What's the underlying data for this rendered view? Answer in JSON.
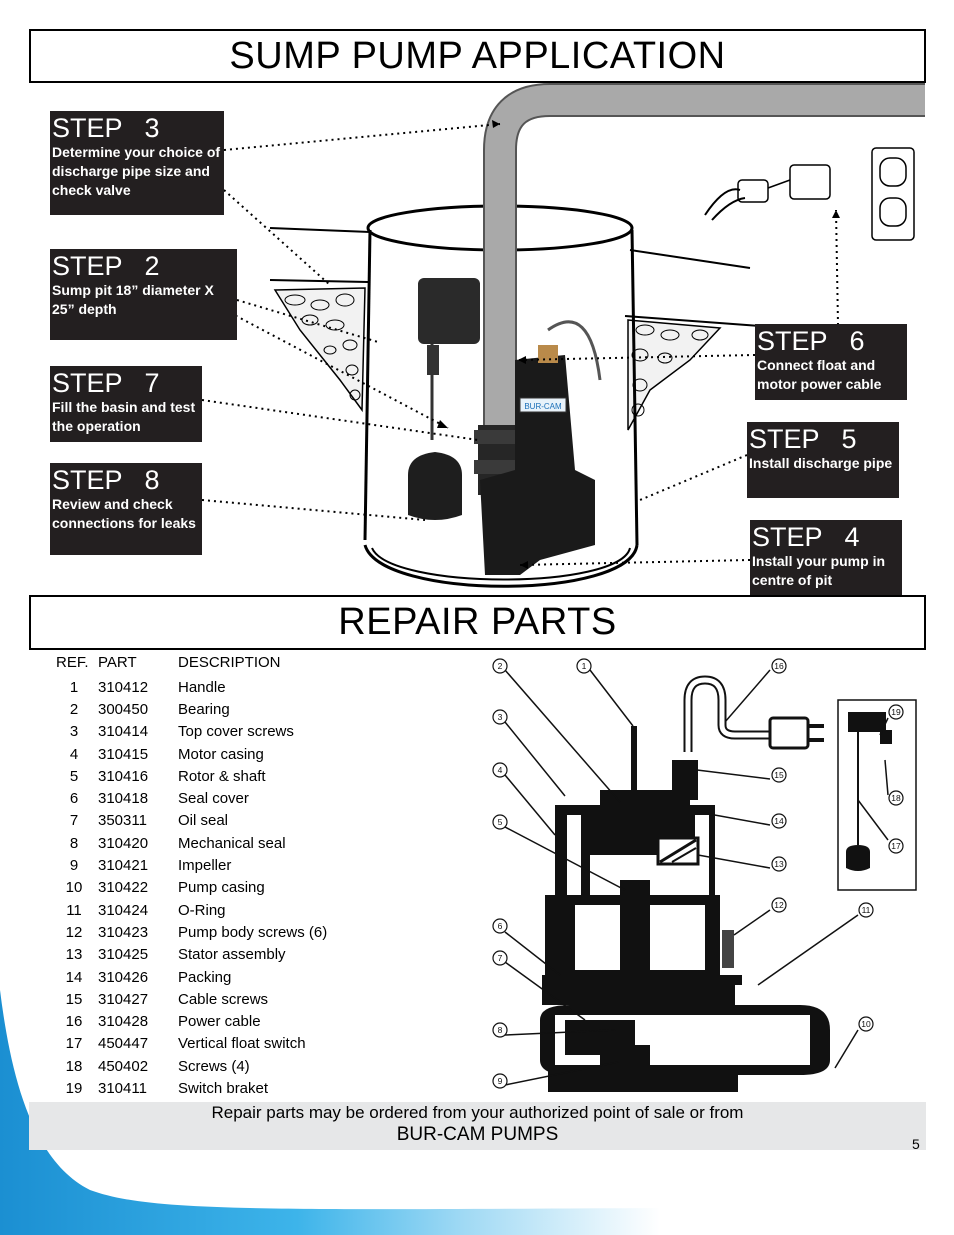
{
  "sump_title": "SUMP PUMP APPLICATION",
  "repair_title": "REPAIR PARTS",
  "steps": {
    "s3": {
      "label": "STEP   3",
      "text": "Determine your choice of discharge pipe size and check valve"
    },
    "s2": {
      "label": "STEP   2",
      "text": "Sump pit 18” diameter X 25” depth"
    },
    "s7": {
      "label": "STEP   7",
      "text": "Fill the basin and test the operation"
    },
    "s8": {
      "label": "STEP   8",
      "text": "Review and check connections for leaks"
    },
    "s6": {
      "label": "STEP   6",
      "text": "Connect float and motor power cable"
    },
    "s5": {
      "label": "STEP   5",
      "text": "Install discharge pipe"
    },
    "s4": {
      "label": "STEP   4",
      "text": "Install your pump in centre of pit"
    }
  },
  "pump_brand_label": "BUR-CAM",
  "table": {
    "headers": {
      "ref": "REF.",
      "part": "PART",
      "desc": "DESCRIPTION"
    },
    "rows": [
      {
        "ref": "1",
        "part": "310412",
        "desc": "Handle"
      },
      {
        "ref": "2",
        "part": "300450",
        "desc": "Bearing"
      },
      {
        "ref": "3",
        "part": "310414",
        "desc": "Top cover screws"
      },
      {
        "ref": "4",
        "part": "310415",
        "desc": "Motor casing"
      },
      {
        "ref": "5",
        "part": "310416",
        "desc": "Rotor & shaft"
      },
      {
        "ref": "6",
        "part": "310418",
        "desc": "Seal cover"
      },
      {
        "ref": "7",
        "part": "350311",
        "desc": "Oil seal"
      },
      {
        "ref": "8",
        "part": "310420",
        "desc": "Mechanical seal"
      },
      {
        "ref": "9",
        "part": "310421",
        "desc": "Impeller"
      },
      {
        "ref": "10",
        "part": "310422",
        "desc": "Pump casing"
      },
      {
        "ref": "11",
        "part": "310424",
        "desc": "O-Ring"
      },
      {
        "ref": "12",
        "part": "310423",
        "desc": "Pump body screws (6)"
      },
      {
        "ref": "13",
        "part": "310425",
        "desc": "Stator assembly"
      },
      {
        "ref": "14",
        "part": "310426",
        "desc": "Packing"
      },
      {
        "ref": "15",
        "part": "310427",
        "desc": "Cable screws"
      },
      {
        "ref": "16",
        "part": "310428",
        "desc": "Power cable"
      },
      {
        "ref": "17",
        "part": "450447",
        "desc": "Vertical float switch"
      },
      {
        "ref": "18",
        "part": "450402",
        "desc": "Screws (4)"
      },
      {
        "ref": "19",
        "part": "310411",
        "desc": "Switch braket"
      }
    ]
  },
  "callouts": [
    "1",
    "2",
    "3",
    "4",
    "5",
    "6",
    "7",
    "8",
    "9",
    "10",
    "11",
    "12",
    "13",
    "14",
    "15",
    "16",
    "17",
    "18",
    "19"
  ],
  "footer": {
    "line1": "Repair parts may be ordered from your authorized point of sale or from",
    "line2": "BUR-CAM PUMPS"
  },
  "page_number": "5",
  "colors": {
    "step_bg": "#231f20",
    "footer_bg": "#e6e7e8",
    "swoosh_blue": "#29a8e0"
  }
}
